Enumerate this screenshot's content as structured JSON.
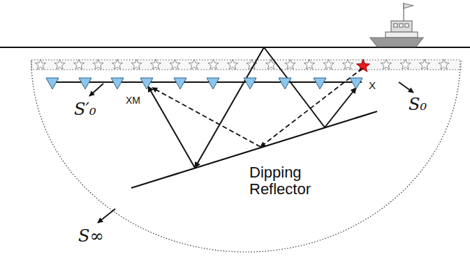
{
  "diagram": {
    "labels": [
      "XM",
      "X",
      "S′₀",
      "S₀",
      "S∞",
      "Dipping Reflector"
    ]
  }
}
